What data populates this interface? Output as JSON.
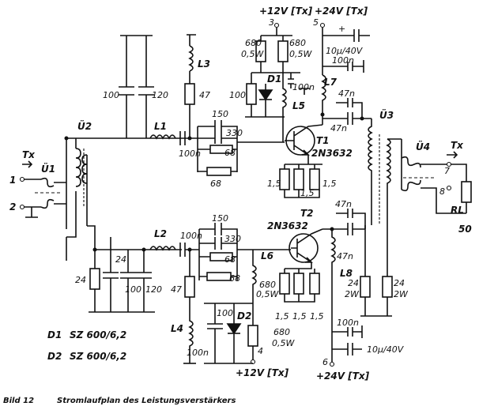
{
  "caption": {
    "figure": "Bild 12",
    "text": "Stromlaufplan des Leistungsverstärkers"
  },
  "legend": [
    {
      "ref": "D1",
      "part": "SZ 600/6,2"
    },
    {
      "ref": "D2",
      "part": "SZ 600/6,2"
    }
  ],
  "supplies": {
    "top_12v": "+12V [Tx]",
    "top_24v": "+24V [Tx]",
    "bottom_12v": "+12V [Tx]",
    "bottom_24v": "+24V [Tx]"
  },
  "terminals": {
    "t1": "1",
    "t2": "2",
    "t3": "3",
    "t4": "4",
    "t5": "5",
    "t6": "6",
    "t7": "7",
    "t8": "8"
  },
  "labels": {
    "tx_in": "Tx",
    "tx_out": "Tx",
    "u1": "Ü1",
    "u2": "Ü2",
    "u3": "Ü3",
    "u4": "Ü4",
    "l1": "L1",
    "l2": "L2",
    "l3": "L3",
    "l4": "L4",
    "l5": "L5",
    "l6": "L6",
    "l7": "L7",
    "l8": "L8",
    "t1_ref": "T1",
    "t1_type": "2N3632",
    "t2_ref": "T2",
    "t2_type": "2N3632",
    "d1": "D1",
    "d2": "D2",
    "rl": "RL",
    "rl_val": "50"
  },
  "values": {
    "c_100_top": "100",
    "c_120": "120",
    "r_47_top": "47",
    "c_100n_l1": "100n",
    "c_150": "150",
    "c_330_top": "330",
    "r_68_top_a": "68",
    "r_68_top_b": "68",
    "r_680_a": "680",
    "r_05w_a": "0,5W",
    "r_680_b": "680",
    "r_05w_b": "0,5W",
    "r_100_d1": "100",
    "c_100n_d1": "100n",
    "c_10u_top": "10µ/40V",
    "c_100n_24v_top": "100n",
    "c_47n_top_a": "47n",
    "c_47n_top_b": "47n",
    "r_15_a": "1,5",
    "r_15_b": "1,5",
    "r_15_c": "1,5",
    "r_24_left": "24",
    "c_100_bl": "100",
    "c_120_bl": "120",
    "c_24_left": "24",
    "c_100n_l2": "100n",
    "c_150_b": "150",
    "c_330_b": "330",
    "r_68_b1": "68",
    "r_68_b2": "68",
    "r_47_b": "47",
    "c_100_d2": "100",
    "r_680_c": "680",
    "r_05w_c": "0,5W",
    "r_680_d": "680",
    "r_05w_d": "0,5W",
    "r_15_d": "1,5",
    "r_15_e": "1,5",
    "r_15_f": "1,5",
    "c_47n_bot_a": "47n",
    "c_47n_bot_b": "47n",
    "r_24_2w_a": "24",
    "r_2w_a": "2W",
    "r_24_2w_b": "24",
    "r_2w_b": "2W",
    "c_100_l4": "100n",
    "c_100n_24v_bot": "100n",
    "c_10u_bot": "10µ/40V"
  }
}
